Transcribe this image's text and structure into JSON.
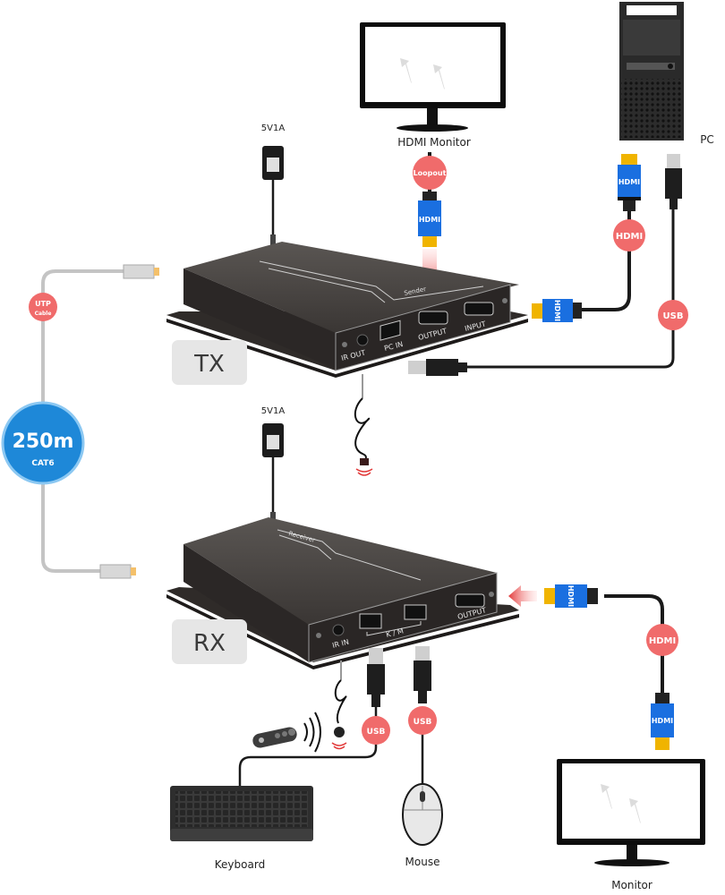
{
  "diagram": {
    "title": "HDMI KVM Extender over UTP connection diagram",
    "colors": {
      "badge_red": "#f06b6b",
      "distance_blue": "#1e88d8",
      "hdmi_blue": "#1a6fe0",
      "hdmi_gold": "#f0b400",
      "device_body": "#3b3735",
      "cable_gray": "#bcbcbc",
      "cable_black": "#1a1a1a",
      "unit_tag_bg": "#e6e6e6"
    },
    "devices": {
      "hdmi_monitor_top": {
        "label": "HDMI Monitor"
      },
      "pc": {
        "label": "PC"
      },
      "tx": {
        "tag": "TX",
        "top_print": "Sender",
        "ports": [
          "IR OUT",
          "PC IN",
          "OUTPUT",
          "INPUT"
        ],
        "power_label": "5V1A"
      },
      "rx": {
        "tag": "RX",
        "top_print": "Receiver",
        "ports": [
          "IR IN",
          "K / M",
          "OUTPUT"
        ],
        "power_label": "5V1A"
      },
      "keyboard": {
        "label": "Keyboard"
      },
      "mouse": {
        "label": "Mouse"
      },
      "monitor_bottom": {
        "label": "Monitor"
      }
    },
    "badges": {
      "loopout": "Loopout",
      "hdmi_pc": "HDMI",
      "usb_pc": "USB",
      "utp_line1": "UTP",
      "utp_line2": "Cable",
      "hdmi_rx": "HDMI",
      "usb_keyboard": "USB",
      "usb_mouse": "USB"
    },
    "distance": {
      "value": "250m",
      "cable_type": "CAT6"
    },
    "plug_text": "HDMI"
  }
}
